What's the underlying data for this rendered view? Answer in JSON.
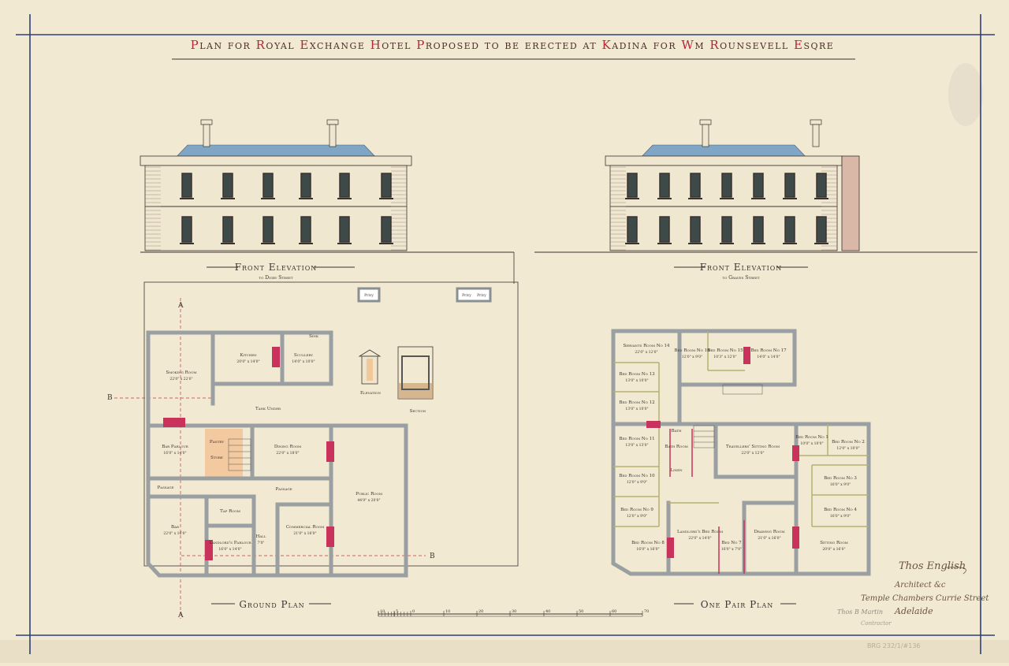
{
  "title": "Plan for Royal Exchange Hotel Proposed to be erected at Kadina for Wm Rounsevell Esqre",
  "colors": {
    "paper": "#f2e9d2",
    "border": "#2c3f7a",
    "wall": "#9a9fa2",
    "roof": "#7fa6c4",
    "chimney_breast": "#c9325a",
    "accent_red": "#b3263a"
  },
  "elevations": [
    {
      "label": "Front Elevation",
      "sublabel": "to Digby Street"
    },
    {
      "label": "Front Elevation",
      "sublabel": "to Graves Street"
    }
  ],
  "ground_plan": {
    "label": "Ground Plan",
    "outbuildings": [
      "Privy",
      "Privy",
      "Privy"
    ],
    "details": {
      "elevation": "Elevation",
      "section": "Section"
    },
    "section_marks": [
      "B",
      "B",
      "A",
      "A"
    ],
    "rooms": [
      {
        "name": "Smoking Room",
        "size": "22'0\" x 22'0\""
      },
      {
        "name": "Kitchen",
        "size": "20'0\" x 14'0\""
      },
      {
        "name": "Scullery",
        "size": "14'0\" x 10'0\""
      },
      {
        "name": "Sink",
        "size": ""
      },
      {
        "name": "Tank Under",
        "size": ""
      },
      {
        "name": "Bar Parlour",
        "size": "16'0\" x 14'0\""
      },
      {
        "name": "Pantry",
        "size": ""
      },
      {
        "name": "Store",
        "size": ""
      },
      {
        "name": "Dining Room",
        "size": "22'0\" x 18'0\""
      },
      {
        "name": "Passage",
        "size": ""
      },
      {
        "name": "Passage",
        "size": ""
      },
      {
        "name": "Public Room",
        "size": "44'0\" x 20'0\""
      },
      {
        "name": "Bar",
        "size": "22'0\" x 16'0\""
      },
      {
        "name": "Tap Room",
        "size": ""
      },
      {
        "name": "Landlord's Parlour",
        "size": "16'0\" x 14'0\""
      },
      {
        "name": "Hall",
        "size": "7'0\""
      },
      {
        "name": "Commercial Room",
        "size": "21'0\" x 16'0\""
      }
    ]
  },
  "one_pair_plan": {
    "label": "One Pair Plan",
    "rooms": [
      {
        "name": "Servants Room No 14",
        "size": "22'0\" x 12'0\""
      },
      {
        "name": "Bed Room No 16",
        "size": "12'0\" x 9'0\""
      },
      {
        "name": "Bed Room No 15",
        "size": "10'3\" x 12'0\""
      },
      {
        "name": "Bed Room No 17",
        "size": "14'0\" x 14'0\""
      },
      {
        "name": "Bed Room No 13",
        "size": "13'0\" x 10'0\""
      },
      {
        "name": "Bed Room No 12",
        "size": "13'0\" x 10'0\""
      },
      {
        "name": "Bed Room No 11",
        "size": "13'0\" x 13'0\""
      },
      {
        "name": "Bed Room No 10",
        "size": "12'0\" x 9'0\""
      },
      {
        "name": "Bed Room No 9",
        "size": "12'0\" x 9'0\""
      },
      {
        "name": "Bed Room No 8",
        "size": "16'0\" x 16'0\""
      },
      {
        "name": "Bath",
        "size": ""
      },
      {
        "name": "Bath Room",
        "size": ""
      },
      {
        "name": "Linen",
        "size": ""
      },
      {
        "name": "Travellers' Sitting Room",
        "size": "22'0\" x 12'0\""
      },
      {
        "name": "Bed Room No 1",
        "size": "10'0\" x 10'0\""
      },
      {
        "name": "Bed Room No 2",
        "size": "12'0\" x 10'0\""
      },
      {
        "name": "Bed Room No 3",
        "size": "16'0\" x 9'0\""
      },
      {
        "name": "Bed Room No 4",
        "size": "16'0\" x 9'0\""
      },
      {
        "name": "Landlord's Bed Room",
        "size": "22'0\" x 14'0\""
      },
      {
        "name": "Bed No 7",
        "size": "16'0\" x 7'0\""
      },
      {
        "name": "Drawing Room",
        "size": "21'0\" x 16'0\""
      },
      {
        "name": "Sitting Room",
        "size": "20'0\" x 16'0\""
      }
    ]
  },
  "scale_bar": {
    "labels": [
      "10",
      "5",
      "0",
      "10",
      "20",
      "30",
      "40",
      "50",
      "60",
      "70"
    ]
  },
  "signature": {
    "lines": [
      "Thos English",
      "Architect &c",
      "Temple Chambers Currie Street",
      "Adelaide"
    ],
    "contractor": [
      "Thos B Martin",
      "Contractor"
    ]
  },
  "catalogue_number": "BRG 232/1/#136"
}
